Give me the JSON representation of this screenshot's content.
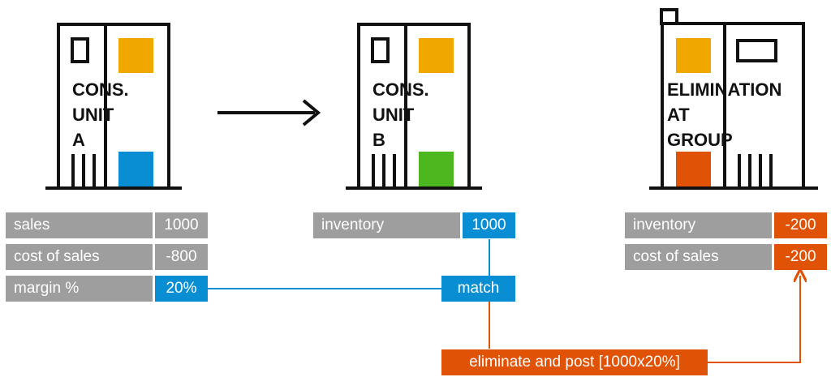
{
  "colors": {
    "gray": "#9e9e9e",
    "blue": "#0a8ed3",
    "orange": "#e05206",
    "yellow": "#f0a800",
    "green": "#4cb71f",
    "black": "#111111"
  },
  "units": {
    "a": {
      "label_lines": [
        "CONS.",
        "UNIT",
        "A"
      ],
      "accent_icon": "blue-square"
    },
    "b": {
      "label_lines": [
        "CONS.",
        "UNIT",
        "B"
      ],
      "accent_icon": "green-square"
    },
    "group": {
      "label_lines": [
        "ELIMINATION",
        "AT",
        "GROUP"
      ],
      "accent_icon": "orange-square"
    }
  },
  "table_a": {
    "rows": [
      {
        "label": "sales",
        "value": "1000"
      },
      {
        "label": "cost of sales",
        "value": "-800"
      },
      {
        "label": "margin %",
        "value": "20%"
      }
    ]
  },
  "table_b": {
    "row": {
      "label": "inventory",
      "value": "1000"
    },
    "match_label": "match"
  },
  "table_group": {
    "rows": [
      {
        "label": "inventory",
        "value": "-200"
      },
      {
        "label": "cost of sales",
        "value": "-200"
      }
    ]
  },
  "eliminate_label": "eliminate and post [1000x20%]"
}
